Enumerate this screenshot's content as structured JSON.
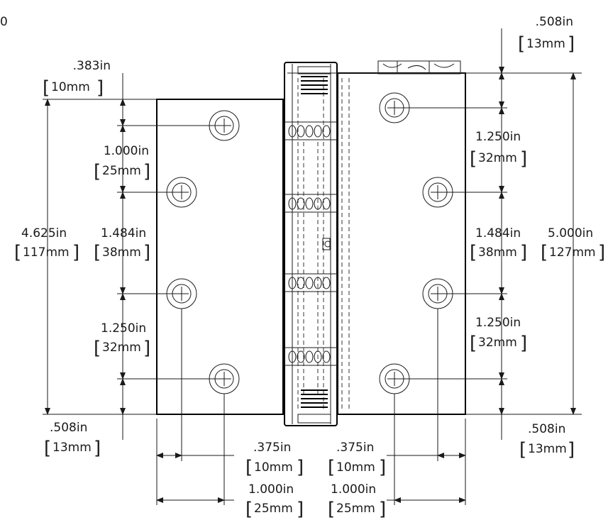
{
  "diagram": {
    "corner_mark": "0",
    "dims": {
      "right_top_offset": {
        "inch": ".508in",
        "mm": "13mm"
      },
      "left_top_offset": {
        "inch": ".383in",
        "mm": "10mm"
      },
      "left_spacing_1": {
        "inch": "1.000in",
        "mm": "25mm"
      },
      "right_spacing_1": {
        "inch": "1.250in",
        "mm": "32mm"
      },
      "left_height": {
        "inch": "4.625in",
        "mm": "117mm"
      },
      "left_spacing_2": {
        "inch": "1.484in",
        "mm": "38mm"
      },
      "right_spacing_2": {
        "inch": "1.484in",
        "mm": "38mm"
      },
      "right_height": {
        "inch": "5.000in",
        "mm": "127mm"
      },
      "left_spacing_3": {
        "inch": "1.250in",
        "mm": "32mm"
      },
      "right_spacing_3": {
        "inch": "1.250in",
        "mm": "32mm"
      },
      "left_bottom_offset": {
        "inch": ".508in",
        "mm": "13mm"
      },
      "right_bottom_offset": {
        "inch": ".508in",
        "mm": "13mm"
      },
      "left_edge_near": {
        "inch": ".375in",
        "mm": "10mm"
      },
      "right_edge_near": {
        "inch": ".375in",
        "mm": "10mm"
      },
      "left_edge_far": {
        "inch": "1.000in",
        "mm": "25mm"
      },
      "right_edge_far": {
        "inch": "1.000in",
        "mm": "25mm"
      }
    }
  }
}
